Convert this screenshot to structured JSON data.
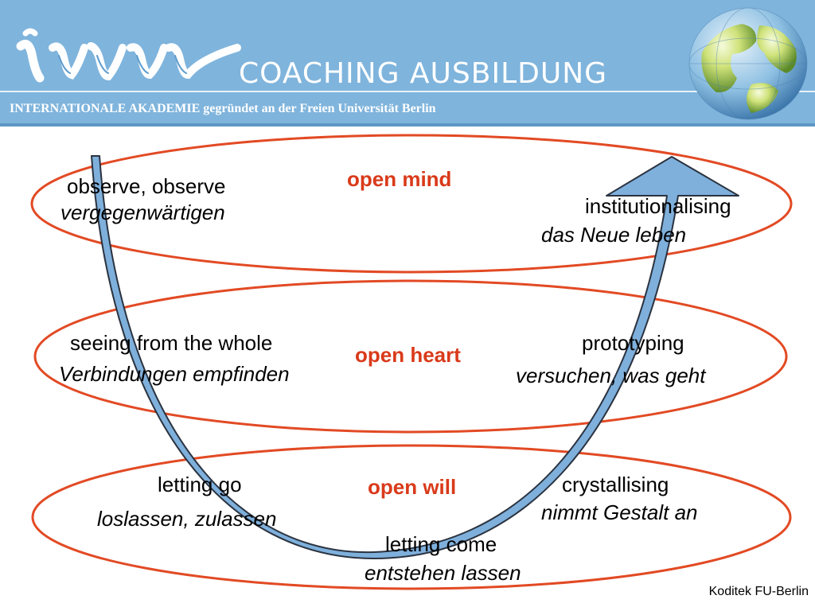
{
  "header": {
    "title": "COACHING AUSBILDUNG",
    "subtitle": "INTERNATIONALE AKADEMIE gegründet an der Freien Universität Berlin",
    "logo_text": "iww"
  },
  "levels": {
    "mind": {
      "center": "open mind",
      "left_en": "observe, observe",
      "left_de": "vergegenwärtigen",
      "right_en": "institutionalising",
      "right_de": "das Neue leben"
    },
    "heart": {
      "center": "open heart",
      "left_en": "seeing from the whole",
      "left_de": "Verbindungen empfinden",
      "right_en": "prototyping",
      "right_de": "versuchen, was geht"
    },
    "will": {
      "center": "open will",
      "left_en": "letting go",
      "left_de": "loslassen, zulassen",
      "right_en": "crystallising",
      "right_de": "nimmt Gestalt an"
    }
  },
  "bottom": {
    "en": "letting come",
    "de": "entstehen lassen"
  },
  "footer": {
    "credit": "Koditek FU-Berlin"
  },
  "colors": {
    "header_bg": "#7fb4dc",
    "ellipse": "#e24a24",
    "arrow": "#7fb0dc",
    "center_text": "#d93a1a"
  },
  "icons": [
    "iww-logo",
    "globe-icon",
    "u-arrow"
  ]
}
